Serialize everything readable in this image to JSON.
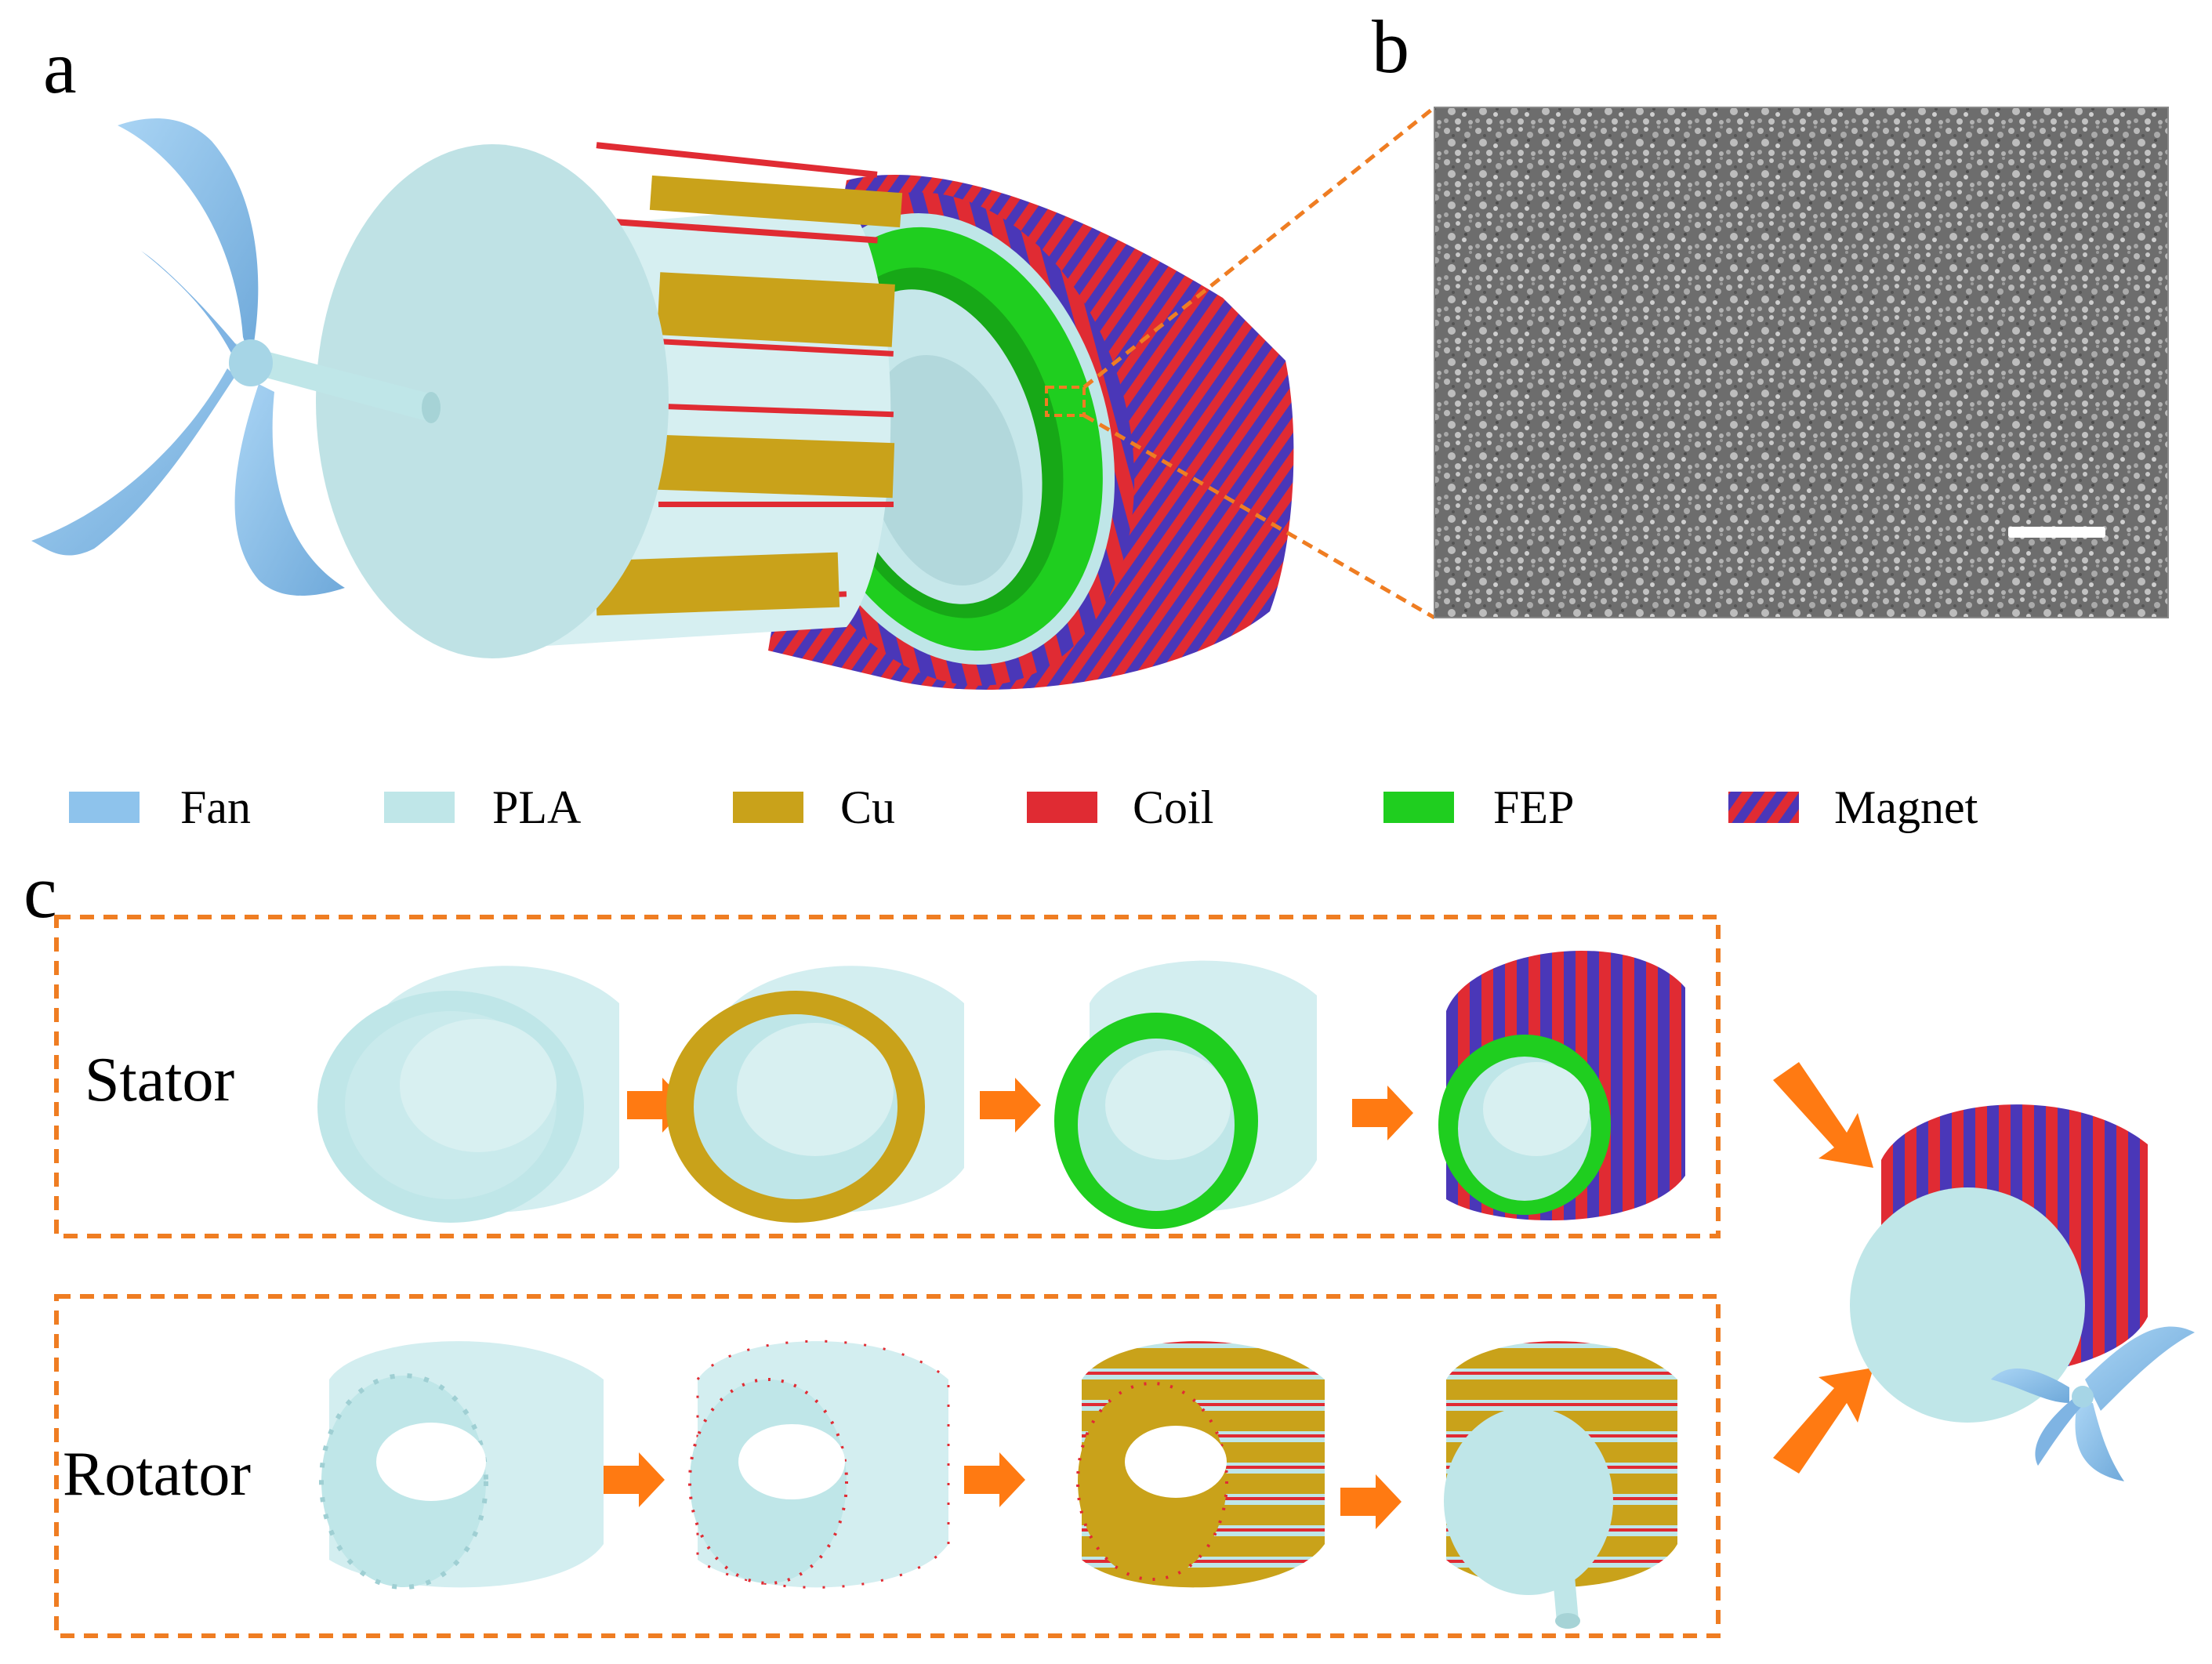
{
  "panels": {
    "a": "a",
    "b": "b",
    "c": "c"
  },
  "legend": [
    {
      "label": "Fan",
      "color": "#8ec3ec"
    },
    {
      "label": "PLA",
      "color": "#bfe6e8"
    },
    {
      "label": "Cu",
      "color": "#c9a21a"
    },
    {
      "label": "Coil",
      "color": "#e02b33"
    },
    {
      "label": "FEP",
      "color": "#1fce1f"
    },
    {
      "label": "Magnet",
      "color": "magnet-stripes"
    }
  ],
  "rows": {
    "stator": "Stator",
    "rotator": "Rotator"
  },
  "colors": {
    "fan": "#8ec3ec",
    "pla": "#bfe6e8",
    "cu": "#c9a21a",
    "coil": "#e02b33",
    "fep": "#1fce1f",
    "magnet_red": "#e02b33",
    "magnet_blue": "#4a37b8",
    "arrow": "#ff7a12",
    "dash": "#ef7d22"
  }
}
